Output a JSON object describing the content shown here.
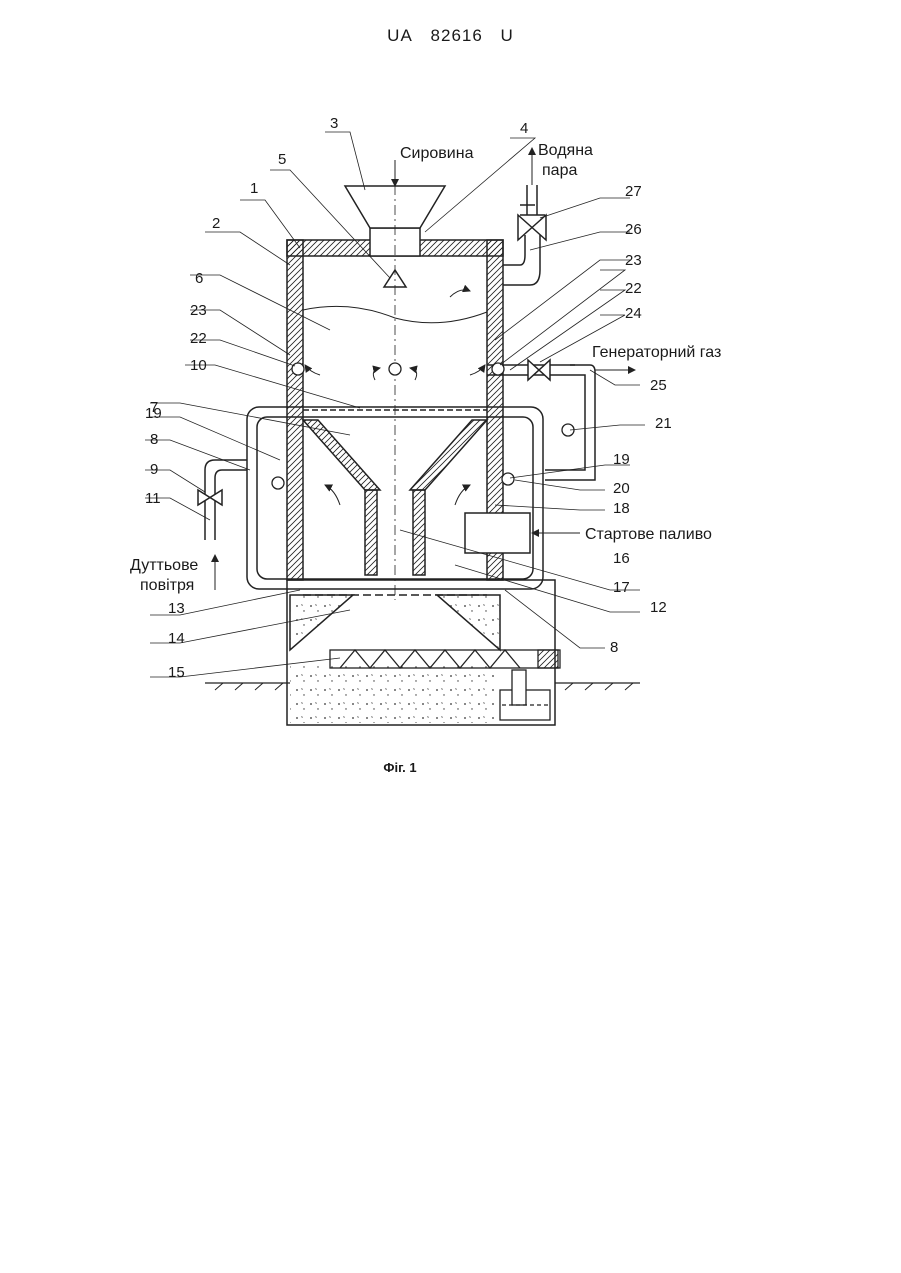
{
  "header": {
    "office": "UA",
    "number": "82616",
    "kind": "U"
  },
  "figure": {
    "caption": "Фіг. 1",
    "flow_labels": {
      "raw_material": "Сировина",
      "water_vapor_line1": "Водяна",
      "water_vapor_line2": "пара",
      "generator_gas": "Генераторний газ",
      "starting_fuel": "Стартове паливо",
      "blast_air_line1": "Дуттьове",
      "blast_air_line2": "повітря"
    },
    "part_numbers": [
      "1",
      "2",
      "3",
      "4",
      "5",
      "6",
      "7",
      "8",
      "8",
      "9",
      "10",
      "11",
      "12",
      "13",
      "14",
      "15",
      "16",
      "17",
      "18",
      "19",
      "19",
      "20",
      "21",
      "22",
      "22",
      "23",
      "23",
      "24",
      "25",
      "26",
      "27"
    ]
  }
}
